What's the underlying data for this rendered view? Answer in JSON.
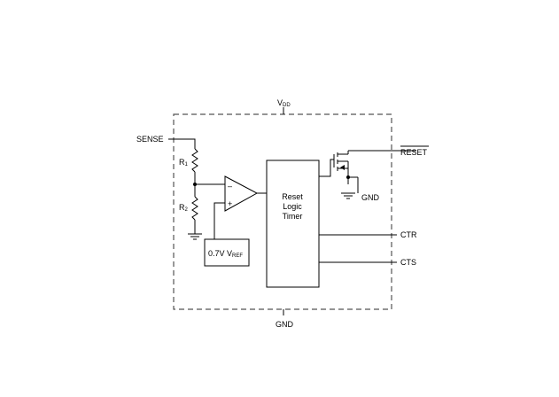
{
  "labels": {
    "vdd_main": "V",
    "vdd_sub": "DD",
    "sense": "SENSE",
    "r1_main": "R",
    "r1_sub": "1",
    "r2_main": "R",
    "r2_sub": "2",
    "minus": "–",
    "plus": "+",
    "vref_main": "0.7V V",
    "vref_sub": "REF",
    "logic_line1": "Reset",
    "logic_line2": "Logic",
    "logic_line3": "Timer",
    "reset": "RESET",
    "gnd_right": "GND",
    "ctr": "CTR",
    "cts": "CTS",
    "gnd_bottom": "GND"
  }
}
